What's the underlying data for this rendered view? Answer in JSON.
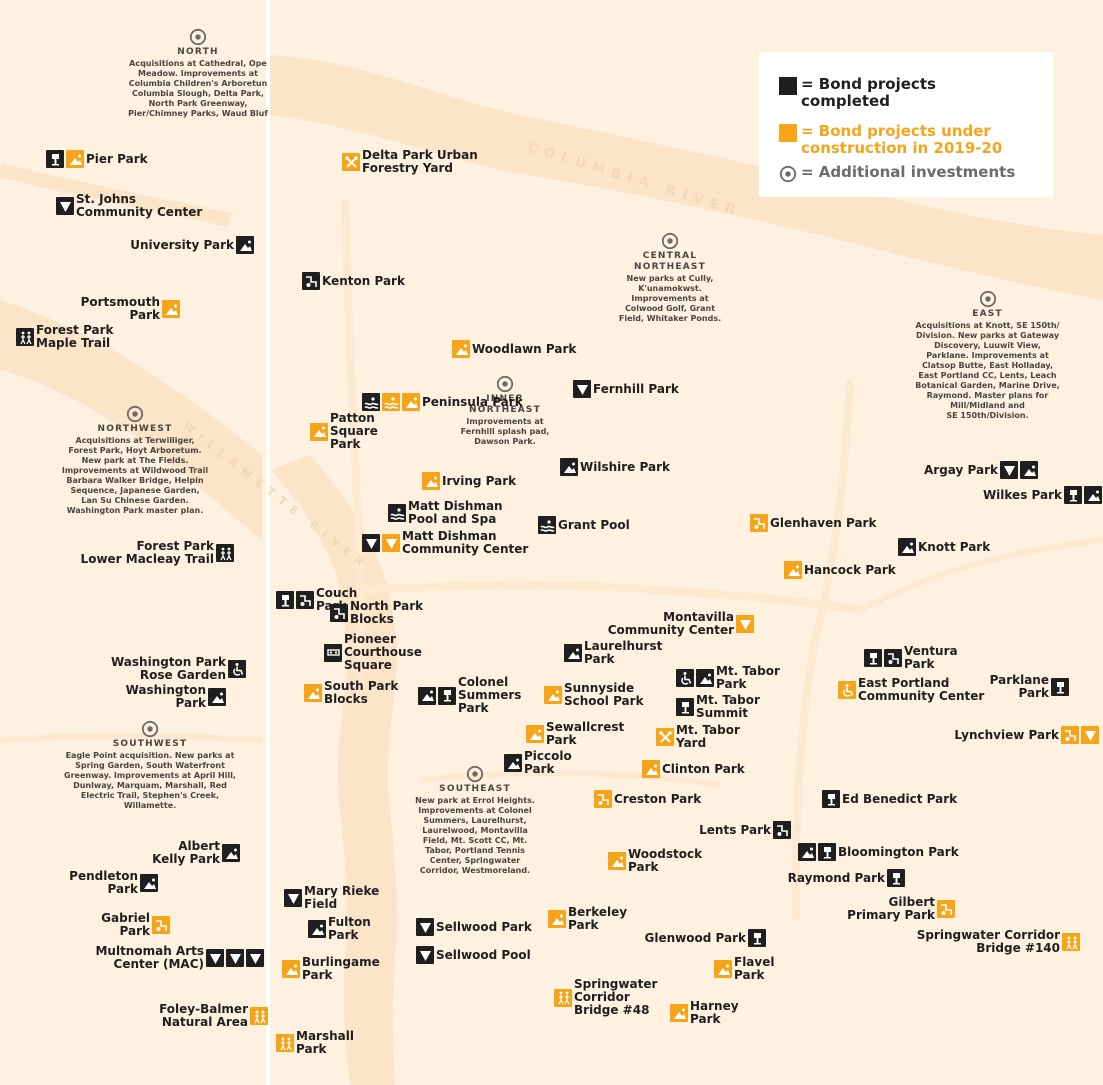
{
  "colors": {
    "background": "#fef1df",
    "water": "#fbe4c8",
    "road": "#fde9cf",
    "river_label": "#f2d8b6",
    "completed": "#1f1f1f",
    "construction": "#f6a51a",
    "investments": "#6e6a68",
    "district_text": "#4a4542"
  },
  "legend": {
    "completed": "= Bond projects\ncompleted",
    "construction": "= Bond projects under\nconstruction in 2019-20",
    "investments": "= Additional investments"
  },
  "river_labels": {
    "columbia": "COLUMBIA RIVER",
    "willamette": "WILLAMETTE RIVER"
  },
  "districts": [
    {
      "name": "NORTH",
      "description": "Acquisitions at Cathedral, Ope\nMeadow. Improvements at\nColumbia Children's Arboretun\nColumbia Slough, Delta Park,\nNorth Park Greenway,\nPier/Chimney Parks, Waud Bluf"
    },
    {
      "name": "NORTHWEST",
      "description": "Acquisitions at Terwilliger,\nForest Park, Hoyt Arboretum.\nNew park at The Fields.\nImprovements at Wildwood Trail\nBarbara Walker Bridge, Helpin\nSequence, Japanese Garden,\nLan Su Chinese Garden.\nWashington Park master plan."
    },
    {
      "name": "SOUTHWEST",
      "description": "Eagle Point acquisition. New parks at\nSpring Garden, South Waterfront\nGreenway. Improvements at April Hill,\nDunlway, Marquam, Marshall, Red\nElectric Trail, Stephen's Creek,\nWillamette."
    },
    {
      "name": "CENTRAL\nNORTHEAST",
      "description": "New parks at Cully,\nK'unamokwst.\nImprovements at\nColwood Golf, Grant\nField, Whitaker Ponds."
    },
    {
      "name": "INNER\nNORTHEAST",
      "description": "Improvements at\nFernhill splash pad,\nDawson Park."
    },
    {
      "name": "EAST",
      "description": "Acquisitions at Knott, SE 150th/\nDivision. New parks at Gateway\nDiscovery, Luuwit View,\nParklane. Improvements at\nClatsop Butte, East Holladay,\nEast Portland CC, Lents, Leach\nBotanical Garden, Marine Drive,\nRaymond. Master plans for\nMill/Midland and\nSE 150th/Division."
    },
    {
      "name": "SOUTHEAST",
      "description": "New park at Errol Heights.\nImprovements at Colonel\nSummers, Laurelhurst,\nLaurelwood, Montavilla\nField, Mt. Scott CC, Mt.\nTabor, Portland Tennis\nCenter, Springwater\nCorridor, Westmoreland."
    }
  ],
  "places": [
    {
      "name": "Pier Park",
      "icons": [
        {
          "s": "c",
          "i": "playground-icon"
        },
        {
          "s": "o",
          "i": "park-icon"
        }
      ]
    },
    {
      "name": "St. Johns\nCommunity Center",
      "icons": [
        {
          "s": "c",
          "i": "community-center-icon"
        }
      ]
    },
    {
      "name": "University Park",
      "icons": [
        {
          "s": "c",
          "i": "park-icon"
        }
      ]
    },
    {
      "name": "Portsmouth\nPark",
      "icons": [
        {
          "s": "o",
          "i": "park-icon"
        }
      ]
    },
    {
      "name": "Forest Park\nMaple Trail",
      "icons": [
        {
          "s": "c",
          "i": "trail-icon"
        }
      ]
    },
    {
      "name": "Forest Park\nLower Macleay Trail",
      "icons": [
        {
          "s": "c",
          "i": "trail-icon"
        }
      ]
    },
    {
      "name": "Washington Park\nRose Garden",
      "icons": [
        {
          "s": "c",
          "i": "accessibility-icon"
        }
      ]
    },
    {
      "name": "Washington\nPark",
      "icons": [
        {
          "s": "c",
          "i": "park-icon"
        }
      ]
    },
    {
      "name": "Albert\nKelly Park",
      "icons": [
        {
          "s": "c",
          "i": "park-icon"
        }
      ]
    },
    {
      "name": "Pendleton\nPark",
      "icons": [
        {
          "s": "c",
          "i": "park-icon"
        }
      ]
    },
    {
      "name": "Gabriel\nPark",
      "icons": [
        {
          "s": "o",
          "i": "sports-field-icon"
        }
      ]
    },
    {
      "name": "Multnomah Arts\nCenter (MAC)",
      "icons": [
        {
          "s": "c",
          "i": "community-center-icon"
        },
        {
          "s": "c",
          "i": "community-center-icon"
        },
        {
          "s": "c",
          "i": "community-center-icon"
        }
      ]
    },
    {
      "name": "Foley-Balmer\nNatural Area",
      "icons": [
        {
          "s": "o",
          "i": "trail-icon"
        }
      ]
    },
    {
      "name": "Delta Park Urban\nForestry Yard",
      "icons": [
        {
          "s": "o",
          "i": "maintenance-yard-icon"
        }
      ]
    },
    {
      "name": "Kenton Park",
      "icons": [
        {
          "s": "c",
          "i": "sports-field-icon"
        }
      ]
    },
    {
      "name": "Woodlawn Park",
      "icons": [
        {
          "s": "o",
          "i": "park-icon"
        }
      ]
    },
    {
      "name": "Fernhill Park",
      "icons": [
        {
          "s": "c",
          "i": "community-center-icon"
        }
      ]
    },
    {
      "name": "Peninsula Park",
      "icons": [
        {
          "s": "c",
          "i": "pool-icon"
        },
        {
          "s": "o",
          "i": "pool-icon"
        },
        {
          "s": "o",
          "i": "park-icon"
        }
      ]
    },
    {
      "name": "Patton\nSquare\nPark",
      "icons": [
        {
          "s": "o",
          "i": "park-icon"
        }
      ]
    },
    {
      "name": "Irving Park",
      "icons": [
        {
          "s": "o",
          "i": "park-icon"
        }
      ]
    },
    {
      "name": "Wilshire Park",
      "icons": [
        {
          "s": "c",
          "i": "park-icon"
        }
      ]
    },
    {
      "name": "Matt Dishman\nPool and Spa",
      "icons": [
        {
          "s": "c",
          "i": "pool-icon"
        }
      ]
    },
    {
      "name": "Grant Pool",
      "icons": [
        {
          "s": "c",
          "i": "pool-icon"
        }
      ]
    },
    {
      "name": "Matt Dishman\nCommunity Center",
      "icons": [
        {
          "s": "c",
          "i": "community-center-icon"
        },
        {
          "s": "o",
          "i": "community-center-icon"
        }
      ]
    },
    {
      "name": "Couch\nPark",
      "icons": [
        {
          "s": "c",
          "i": "playground-icon"
        },
        {
          "s": "c",
          "i": "sports-field-icon"
        }
      ]
    },
    {
      "name": "North Park\nBlocks",
      "icons": [
        {
          "s": "c",
          "i": "sports-field-icon"
        }
      ]
    },
    {
      "name": "Pioneer\nCourthouse\nSquare",
      "icons": [
        {
          "s": "c",
          "i": "plaza-icon"
        }
      ]
    },
    {
      "name": "South Park\nBlocks",
      "icons": [
        {
          "s": "o",
          "i": "park-icon"
        }
      ]
    },
    {
      "name": "Colonel\nSummers\nPark",
      "icons": [
        {
          "s": "c",
          "i": "park-icon"
        },
        {
          "s": "c",
          "i": "playground-icon"
        }
      ]
    },
    {
      "name": "Laurelhurst\nPark",
      "icons": [
        {
          "s": "c",
          "i": "park-icon"
        }
      ]
    },
    {
      "name": "Montavilla\nCommunity Center",
      "icons": [
        {
          "s": "o",
          "i": "community-center-icon"
        }
      ]
    },
    {
      "name": "Sunnyside\nSchool Park",
      "icons": [
        {
          "s": "o",
          "i": "park-icon"
        }
      ]
    },
    {
      "name": "Mt. Tabor\nPark",
      "icons": [
        {
          "s": "c",
          "i": "accessibility-icon"
        },
        {
          "s": "c",
          "i": "park-icon"
        }
      ]
    },
    {
      "name": "Mt. Tabor\nSummit",
      "icons": [
        {
          "s": "c",
          "i": "playground-icon"
        }
      ]
    },
    {
      "name": "Sewallcrest\nPark",
      "icons": [
        {
          "s": "o",
          "i": "park-icon"
        }
      ]
    },
    {
      "name": "Mt. Tabor\nYard",
      "icons": [
        {
          "s": "o",
          "i": "maintenance-yard-icon"
        }
      ]
    },
    {
      "name": "Piccolo\nPark",
      "icons": [
        {
          "s": "c",
          "i": "park-icon"
        }
      ]
    },
    {
      "name": "Clinton Park",
      "icons": [
        {
          "s": "o",
          "i": "park-icon"
        }
      ]
    },
    {
      "name": "Creston Park",
      "icons": [
        {
          "s": "o",
          "i": "sports-field-icon"
        }
      ]
    },
    {
      "name": "Woodstock\nPark",
      "icons": [
        {
          "s": "o",
          "i": "park-icon"
        }
      ]
    },
    {
      "name": "Mary Rieke\nField",
      "icons": [
        {
          "s": "c",
          "i": "community-center-icon"
        }
      ]
    },
    {
      "name": "Fulton\nPark",
      "icons": [
        {
          "s": "c",
          "i": "park-icon"
        }
      ]
    },
    {
      "name": "Burlingame\nPark",
      "icons": [
        {
          "s": "o",
          "i": "park-icon"
        }
      ]
    },
    {
      "name": "Sellwood Park",
      "icons": [
        {
          "s": "c",
          "i": "community-center-icon"
        }
      ]
    },
    {
      "name": "Sellwood Pool",
      "icons": [
        {
          "s": "c",
          "i": "community-center-icon"
        }
      ]
    },
    {
      "name": "Berkeley\nPark",
      "icons": [
        {
          "s": "o",
          "i": "park-icon"
        }
      ]
    },
    {
      "name": "Springwater\nCorridor\nBridge #48",
      "icons": [
        {
          "s": "o",
          "i": "trail-icon"
        }
      ]
    },
    {
      "name": "Marshall\nPark",
      "icons": [
        {
          "s": "o",
          "i": "trail-icon"
        }
      ]
    },
    {
      "name": "Harney\nPark",
      "icons": [
        {
          "s": "o",
          "i": "park-icon"
        }
      ]
    },
    {
      "name": "Flavel\nPark",
      "icons": [
        {
          "s": "o",
          "i": "park-icon"
        }
      ]
    },
    {
      "name": "Glenwood Park",
      "icons": [
        {
          "s": "c",
          "i": "playground-icon"
        }
      ]
    },
    {
      "name": "Lents Park",
      "icons": [
        {
          "s": "c",
          "i": "sports-field-icon"
        }
      ]
    },
    {
      "name": "Bloomington Park",
      "icons": [
        {
          "s": "c",
          "i": "park-icon"
        },
        {
          "s": "c",
          "i": "playground-icon"
        }
      ]
    },
    {
      "name": "Raymond Park",
      "icons": [
        {
          "s": "c",
          "i": "playground-icon"
        }
      ]
    },
    {
      "name": "Gilbert\nPrimary Park",
      "icons": [
        {
          "s": "o",
          "i": "sports-field-icon"
        }
      ]
    },
    {
      "name": "Springwater Corridor\nBridge #140",
      "icons": [
        {
          "s": "o",
          "i": "trail-icon"
        }
      ]
    },
    {
      "name": "Ed Benedict Park",
      "icons": [
        {
          "s": "c",
          "i": "playground-icon"
        }
      ]
    },
    {
      "name": "Lynchview Park",
      "icons": [
        {
          "s": "o",
          "i": "sports-field-icon"
        },
        {
          "s": "o",
          "i": "community-center-icon"
        }
      ]
    },
    {
      "name": "Parklane\nPark",
      "icons": [
        {
          "s": "c",
          "i": "playground-icon"
        }
      ]
    },
    {
      "name": "East Portland\nCommunity Center",
      "icons": [
        {
          "s": "o",
          "i": "accessibility-icon"
        }
      ]
    },
    {
      "name": "Ventura\nPark",
      "icons": [
        {
          "s": "c",
          "i": "playground-icon"
        },
        {
          "s": "c",
          "i": "sports-field-icon"
        }
      ]
    },
    {
      "name": "Hancock Park",
      "icons": [
        {
          "s": "o",
          "i": "park-icon"
        }
      ]
    },
    {
      "name": "Knott Park",
      "icons": [
        {
          "s": "c",
          "i": "park-icon"
        }
      ]
    },
    {
      "name": "Glenhaven Park",
      "icons": [
        {
          "s": "o",
          "i": "sports-field-icon"
        }
      ]
    },
    {
      "name": "Argay Park",
      "icons": [
        {
          "s": "c",
          "i": "community-center-icon"
        },
        {
          "s": "c",
          "i": "park-icon"
        }
      ]
    },
    {
      "name": "Wilkes Park",
      "icons": [
        {
          "s": "c",
          "i": "playground-icon"
        },
        {
          "s": "c",
          "i": "park-icon"
        }
      ]
    }
  ]
}
